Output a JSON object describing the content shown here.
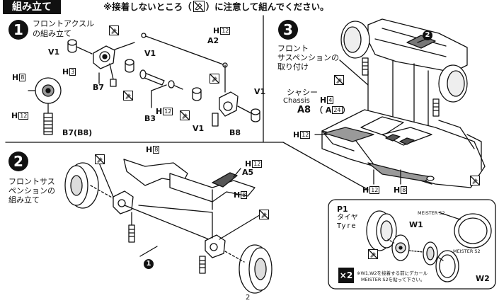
{
  "header": {
    "title": "組み立て",
    "note_prefix": "※接着しないところ（",
    "note_suffix": "）に注意して組んでください。"
  },
  "step1": {
    "number": "1",
    "title_line1": "フロントアクスル",
    "title_line2": "の組み立て",
    "labels": {
      "v1_a": "V1",
      "v1_b": "V1",
      "v1_c": "V1",
      "v1_d": "V1",
      "a2": "A2",
      "b7": "B7",
      "b7b8": "B7(B8)",
      "b3": "B3",
      "b8": "B8",
      "h": "H"
    },
    "box_numbers": {
      "h12_top": "12",
      "h8": "8",
      "h3": "3",
      "h12_left": "12",
      "h12_mid": "12"
    }
  },
  "step2": {
    "number": "2",
    "title_line1": "フロントサス",
    "title_line2": "ペンションの",
    "title_line3": "組み立て",
    "labels": {
      "a5": "A5",
      "h": "H",
      "part1": "1"
    },
    "box_numbers": {
      "h8_top": "8",
      "h12": "12",
      "h8_right": "8"
    }
  },
  "step3": {
    "number": "3",
    "title_line1": "フロント",
    "title_line2": "サスペンションの",
    "title_line3": "取り付け",
    "chassis_jp": "シャシー",
    "chassis_en": "Chassis",
    "labels": {
      "a8": "A8",
      "a_paren_open": "（ A",
      "a_paren_close": "）",
      "h": "H",
      "part2": "2"
    },
    "box_numbers": {
      "h4": "4",
      "a24": "24",
      "h12_left": "12",
      "h12_bottom": "12",
      "h8_bottom": "8"
    }
  },
  "tyre_inset": {
    "p1": "P1",
    "tyre_jp": "タイヤ",
    "tyre_en": "Tyre",
    "w1": "W1",
    "w2": "W2",
    "meister_top": "MEISTER S2",
    "meister_mid": "MEISTER S2",
    "x2": "×2",
    "note_line1": "※W1,W2を接着する前にデカール",
    "note_line2": "MEISTER S2を貼って下さい。"
  },
  "page_number": "2"
}
